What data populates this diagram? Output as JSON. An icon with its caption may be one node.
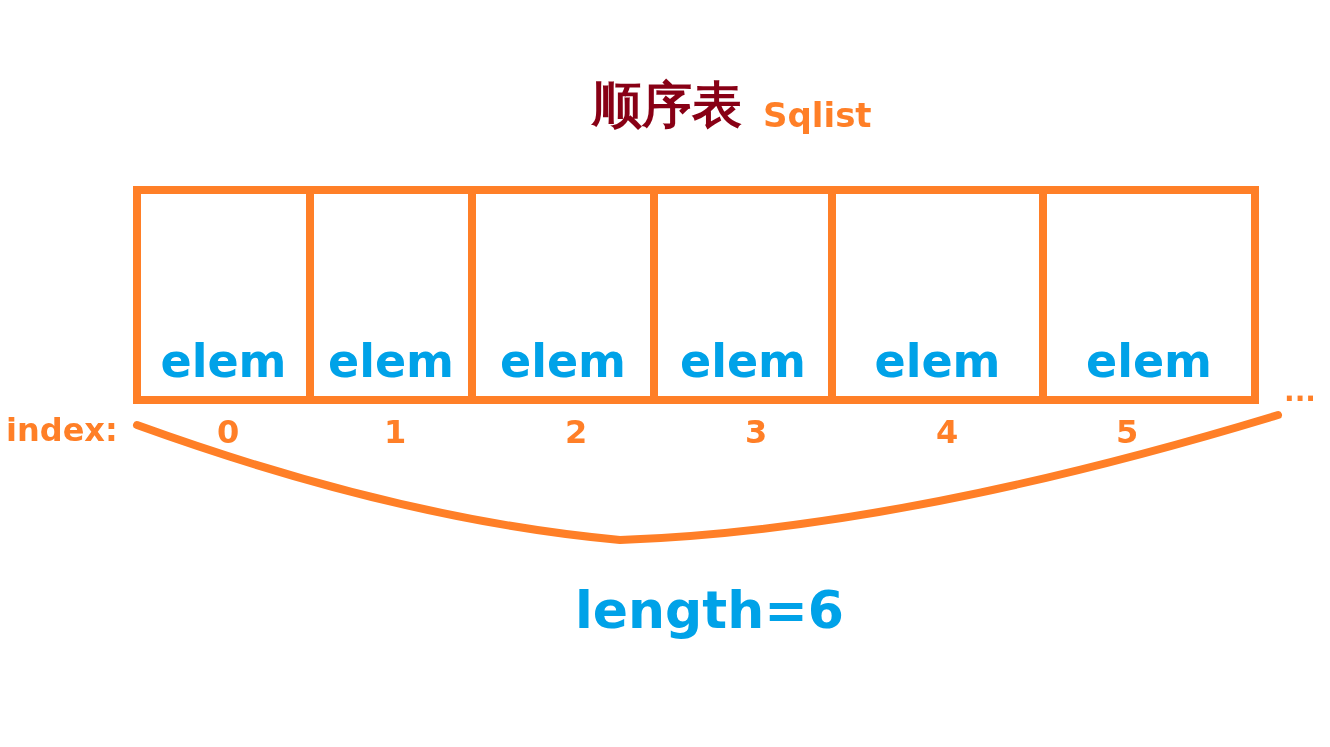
{
  "diagram": {
    "title": "顺序表",
    "nodes": [
      {
        "text": [
          "elem"
        ],
        "beside": [
          "0"
        ]
      },
      {
        "text": [
          "elem"
        ],
        "beside": [
          "1"
        ]
      },
      {
        "text": [
          "elem"
        ],
        "beside": [
          "2"
        ]
      },
      {
        "text": [
          "elem"
        ],
        "beside": [
          "3"
        ]
      },
      {
        "text": [
          "elem"
        ],
        "beside": [
          "4"
        ]
      },
      {
        "text": [
          "elem"
        ],
        "beside": [
          "5"
        ]
      }
    ],
    "edges": [],
    "labels": [
      "Sqlist",
      "index:",
      "...",
      "length=6"
    ]
  }
}
